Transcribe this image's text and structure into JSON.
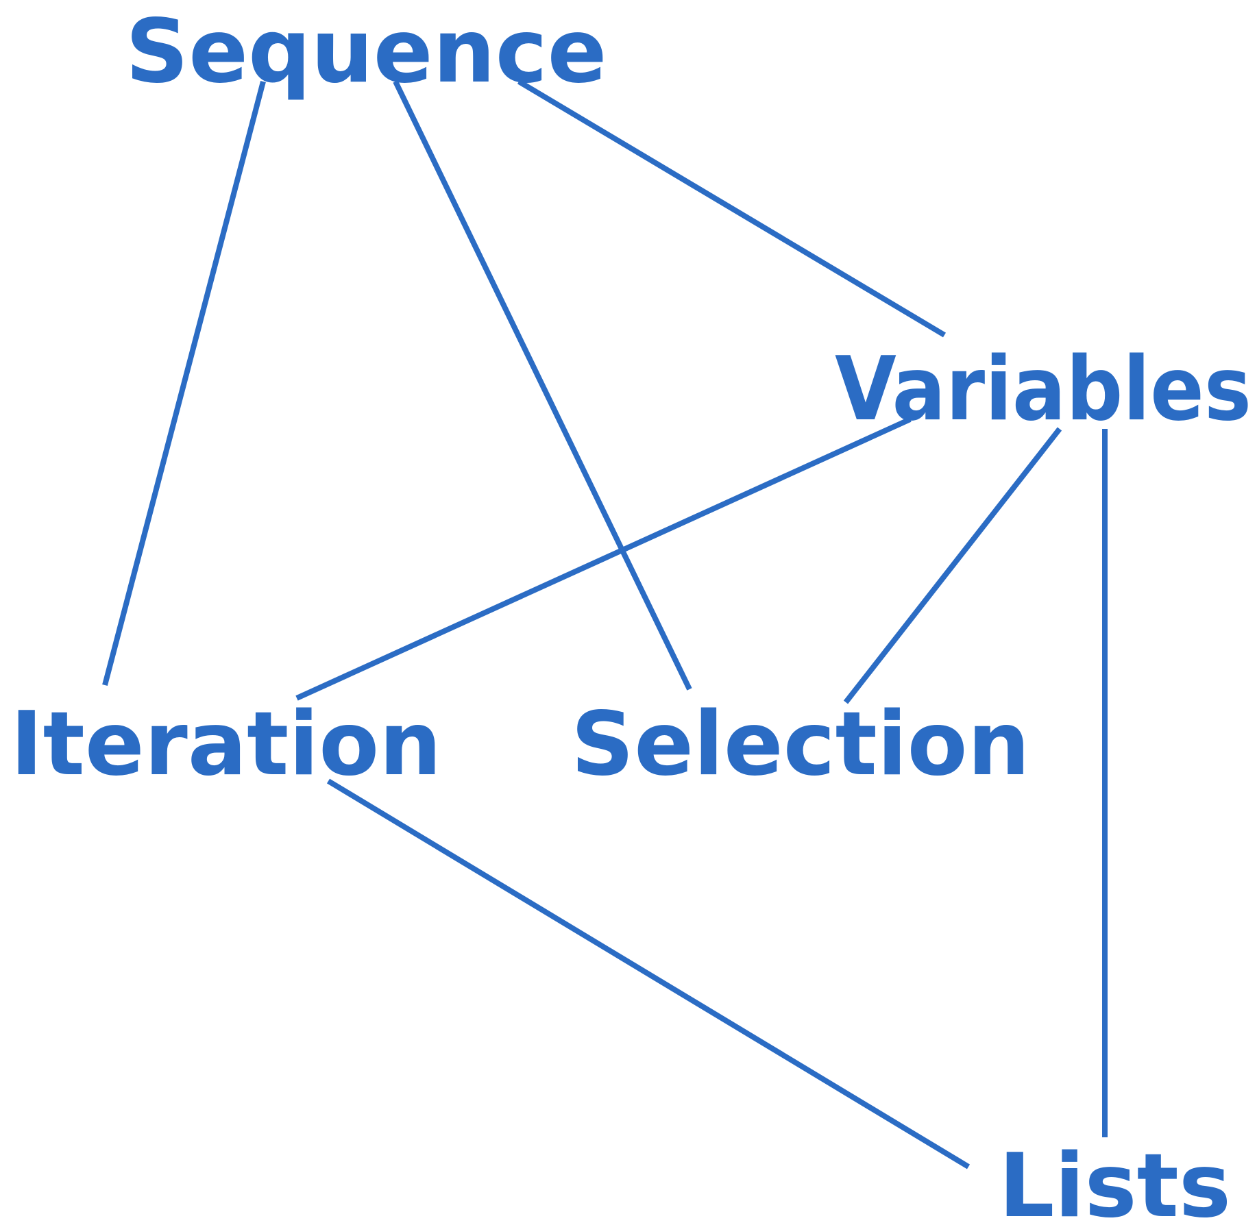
{
  "diagram": {
    "color": "#2b6cc4",
    "nodes": [
      {
        "id": "sequence",
        "label": "Sequence"
      },
      {
        "id": "variables",
        "label": "Variables"
      },
      {
        "id": "iteration",
        "label": "Iteration"
      },
      {
        "id": "selection",
        "label": "Selection"
      },
      {
        "id": "lists",
        "label": "Lists"
      }
    ],
    "edges": [
      {
        "from": "sequence",
        "to": "iteration"
      },
      {
        "from": "sequence",
        "to": "selection"
      },
      {
        "from": "sequence",
        "to": "variables"
      },
      {
        "from": "variables",
        "to": "iteration"
      },
      {
        "from": "variables",
        "to": "selection"
      },
      {
        "from": "variables",
        "to": "lists"
      },
      {
        "from": "iteration",
        "to": "lists"
      }
    ]
  }
}
